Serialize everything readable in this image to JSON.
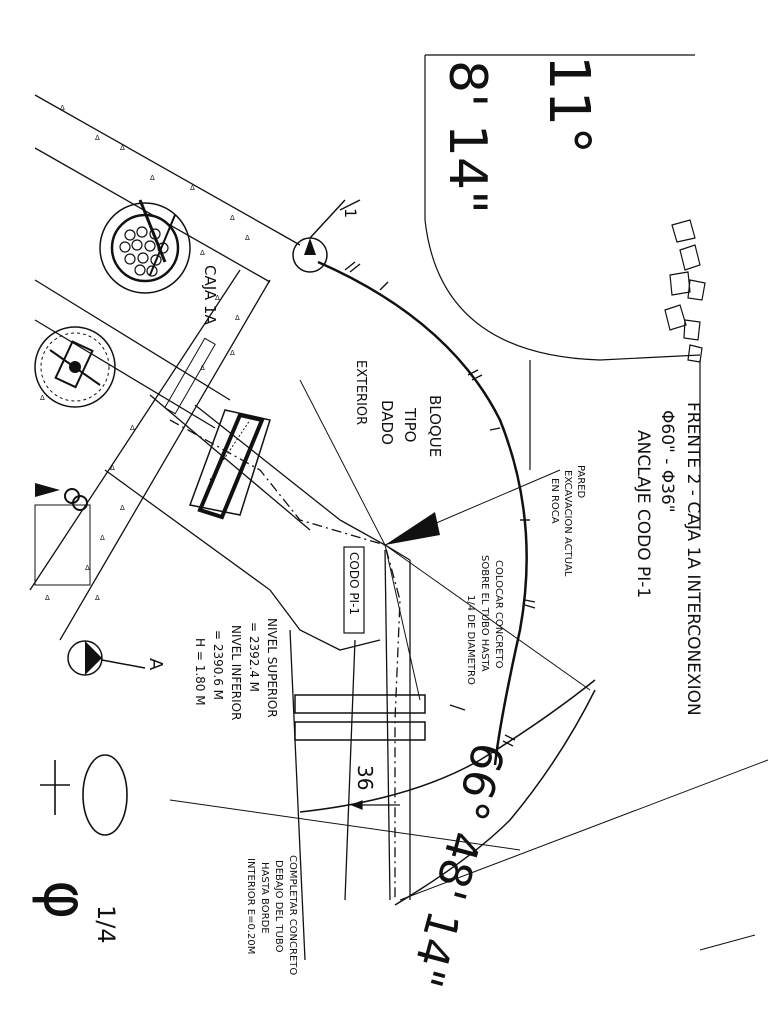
{
  "sheet": {
    "title_line1": "FRENTE 2 - CAJA 1A INTERCONEXION",
    "title_line2": "Φ60\" - Φ36\"",
    "title_line3": "ANCLAJE CODO PI-1"
  },
  "labels": {
    "caja": "CAJA 1A",
    "bloque_1": "BLOQUE",
    "bloque_2": "TIPO",
    "bloque_3": "DADO",
    "bloque_4": "EXTERIOR",
    "codo": "CODO PI-1",
    "pared_1": "PARED",
    "pared_2": "EXCAVACION ACTUAL",
    "pared_3": "EN ROCA",
    "colocar_1": "COLOCAR CONCRETO",
    "colocar_2": "SOBRE EL TUBO HASTA",
    "colocar_3": "1/4 DE DIAMETRO",
    "nivel_1": "NIVEL SUPERIOR",
    "nivel_2": "= 2392.4 M",
    "nivel_3": "NIVEL INFERIOR",
    "nivel_4": "= 2390.6 M",
    "nivel_5": "H = 1.80 M",
    "completar_1": "COMPLETAR CONCRETO",
    "completar_2": "DEBAJO DEL TUBO",
    "completar_3": "HASTA BORDE",
    "completar_4": "INTERIOR E=0.20M",
    "diameter_36": "36",
    "angle_top": "8' 14\"",
    "angle_top_degree": "11°",
    "angle_bottom": "66° 48' 14\"",
    "section_top": "1",
    "section_bottom": "A",
    "fraction_bottom": "1/4",
    "fraction_glyph": "φ"
  },
  "colors": {
    "ink": "#111111",
    "paper": "#ffffff",
    "fill": "#000000"
  }
}
